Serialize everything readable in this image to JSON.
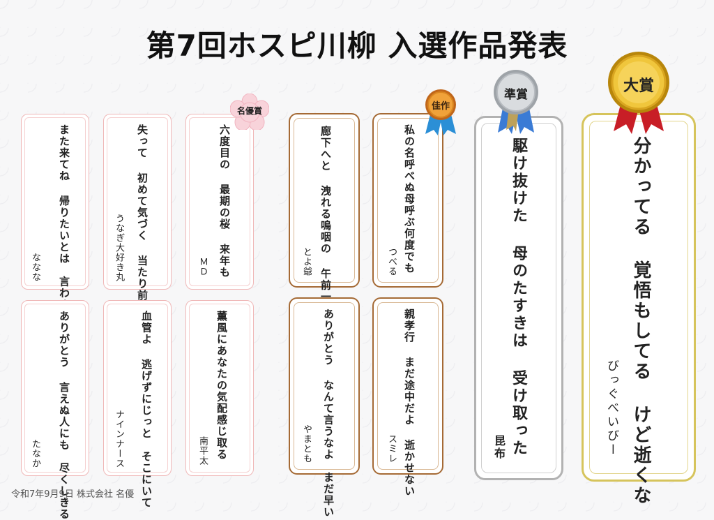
{
  "title": "第7回ホスピ川柳 入選作品発表",
  "awards": {
    "meiyu": "名優賞",
    "kasaku": "佳作",
    "junsho": "準賞",
    "taisho": "大賞"
  },
  "entries": {
    "e1": {
      "poem": "また来てね 帰りたいとは　言わぬ父",
      "author": "ななな"
    },
    "e2": {
      "poem": "失って 初めて気づく 当たり前",
      "author": "うなぎ大好き丸"
    },
    "e3": {
      "poem": "六度目の 最期の桜 来年も",
      "author": "ＭＤ"
    },
    "e4": {
      "poem": "ありがとう 言えぬ人にも　尽くしきる",
      "author": "たなか"
    },
    "e5": {
      "poem": "血管よ 逃げずにじっと　そこにいて",
      "author": "ナインナース"
    },
    "e6": {
      "poem": "薫風にあなたの気配感じ取る",
      "author": "南平太"
    },
    "e7": {
      "poem": "廊下へと 洩れる嗚咽の 午前一時",
      "author": "とよ爺"
    },
    "e8": {
      "poem": "私の名呼べぬ母呼ぶ何度でも",
      "author": "つべる"
    },
    "e9": {
      "poem": "ありがとう なんて言うなよ　まだ早い",
      "author": "やまとも"
    },
    "e10": {
      "poem": "親孝行 まだ途中だよ 逝かせない",
      "author": "スミレ"
    },
    "junsho": {
      "poem": "駆け抜けた 母のたすきは 受け取った",
      "author": "昆布"
    },
    "taisho": {
      "poem": "分かってる 覚悟もしてる けど逝くな",
      "author": "びっぐべいびー"
    }
  },
  "footer": "令和7年9月9日 株式会社 名優",
  "colors": {
    "pink_border": "#f0b7b7",
    "brown_border": "#a56a35",
    "silver_border": "#b2b2b2",
    "gold_border": "#d6c45c"
  }
}
